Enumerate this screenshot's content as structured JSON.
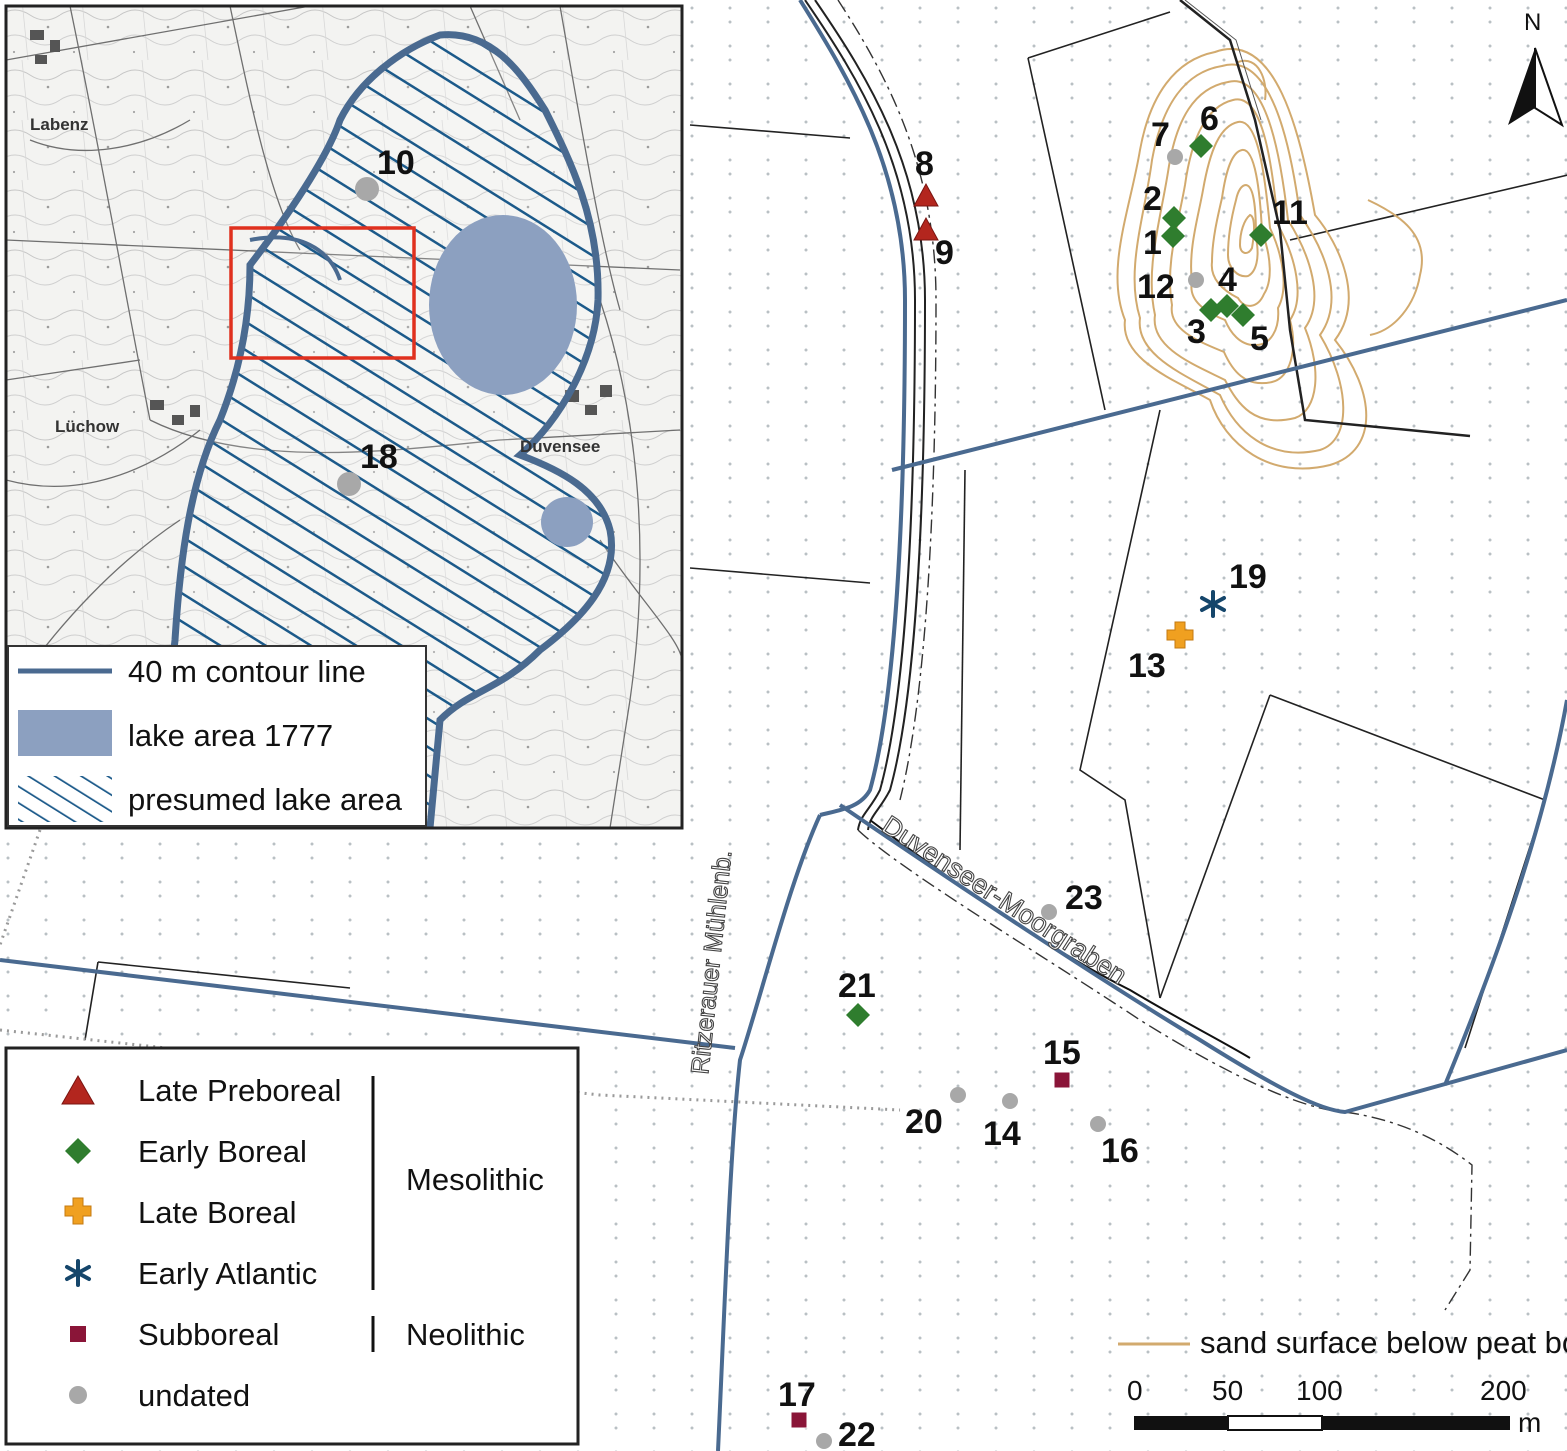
{
  "north_label": "N",
  "colors": {
    "late_preboreal": "#b3261e",
    "early_boreal": "#2f7d2e",
    "late_boreal": "#f0a020",
    "early_atlantic": "#15466b",
    "subboreal": "#8a1538",
    "undated": "#a8a8a8",
    "contour_sand": "#d2aa6e",
    "lake": "#8ca0c0",
    "presumed_lake_hatch": "#1c5a8a",
    "contour_40m": "#4a6a90",
    "inset_box": "#e0301e"
  },
  "inset": {
    "place_labels": [
      "Labenz",
      "Lüchow",
      "Duvensee"
    ],
    "site_labels": {
      "s10": "10",
      "s18": "18"
    },
    "legend": {
      "contour": "40 m contour line",
      "lake": "lake area 1777",
      "presumed": "presumed lake area"
    }
  },
  "map": {
    "watercourses": [
      "Duvenseer-Moorgraben",
      "Ritzerauer Mühlenb."
    ],
    "sand_legend": "sand surface below peat bog",
    "scale": {
      "ticks": [
        "0",
        "50",
        "100",
        "200"
      ],
      "unit": "m"
    },
    "site_labels": {
      "s1": "1",
      "s2": "2",
      "s3": "3",
      "s4": "4",
      "s5": "5",
      "s6": "6",
      "s7": "7",
      "s8": "8",
      "s9": "9",
      "s11": "11",
      "s12": "12",
      "s13": "13",
      "s14": "14",
      "s15": "15",
      "s16": "16",
      "s17": "17",
      "s19": "19",
      "s20": "20",
      "s21": "21",
      "s22": "22",
      "s23": "23"
    }
  },
  "legend": {
    "items": [
      {
        "symbol": "triangle",
        "label": "Late Preboreal"
      },
      {
        "symbol": "diamond",
        "label": "Early Boreal"
      },
      {
        "symbol": "cross",
        "label": "Late Boreal"
      },
      {
        "symbol": "asterisk",
        "label": "Early Atlantic"
      },
      {
        "symbol": "square",
        "label": "Subboreal"
      },
      {
        "symbol": "circle",
        "label": "undated"
      }
    ],
    "groups": {
      "mesolithic": "Mesolithic",
      "neolithic": "Neolithic"
    }
  }
}
